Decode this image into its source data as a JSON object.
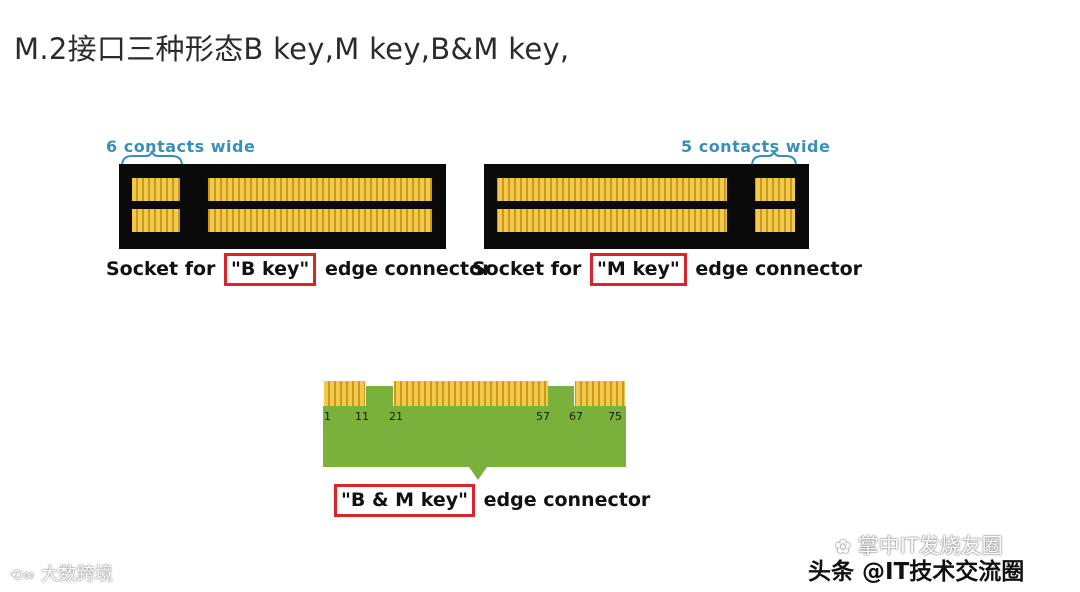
{
  "title": "M.2接口三种形态B key,M key,B&M key,",
  "b_socket": {
    "contacts_label": "6 contacts wide",
    "caption_prefix": "Socket for",
    "caption_key": "\"B key\"",
    "caption_suffix": "edge connector"
  },
  "m_socket": {
    "contacts_label": "5 contacts wide",
    "caption_prefix": "Socket for",
    "caption_key": "\"M key\"",
    "caption_suffix": "edge connector"
  },
  "bm_connector": {
    "pin_labels": [
      "1",
      "11",
      "21",
      "57",
      "67",
      "75"
    ],
    "caption_key": "\"B & M key\"",
    "caption_suffix": "edge connector"
  },
  "watermarks": {
    "left": "大数跨境",
    "right_top": "掌中IT发烧友圈",
    "right_bottom": "头条 @IT技术交流圈"
  },
  "colors": {
    "socket_black": "#0a0a0a",
    "contact_gold": "#f2c94c",
    "contact_stripe": "#c99a1e",
    "pcb_green": "#7ab13a",
    "key_box_red": "#d8242b",
    "label_blue": "#3a8fb8"
  }
}
